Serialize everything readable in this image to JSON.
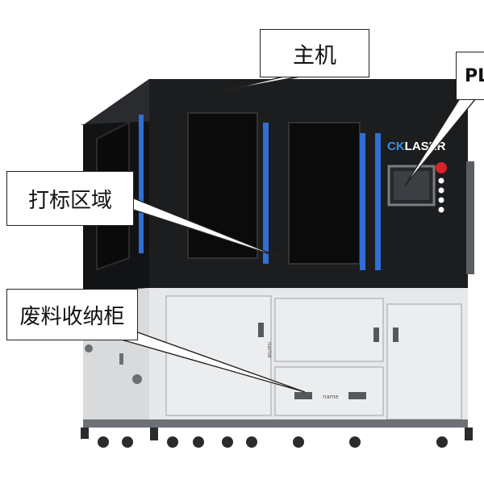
{
  "callouts": {
    "host": "主机",
    "plc": "PL",
    "marking_area": "打标区域",
    "waste_cabinet": "废料收纳柜"
  },
  "machine": {
    "brand_prefix": "CK",
    "brand_suffix": "LASER",
    "drawer_label": "name",
    "door_label": "name"
  },
  "colors": {
    "upper_body": "#1a1b1d",
    "lower_body": "#e7e8ea",
    "accent_strip": "#2f6fd6",
    "brand_accent": "#3a8ee8",
    "stop_button": "#d8242a"
  }
}
